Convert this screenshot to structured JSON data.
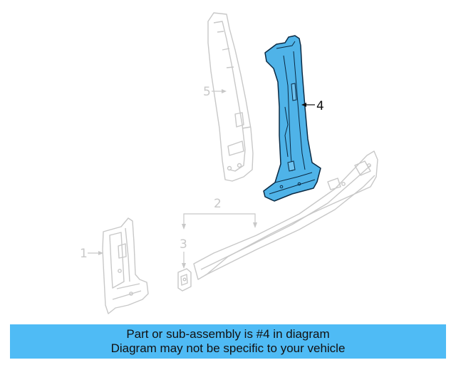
{
  "diagram": {
    "callouts": [
      {
        "id": "1",
        "label": "1"
      },
      {
        "id": "2",
        "label": "2"
      },
      {
        "id": "3",
        "label": "3"
      },
      {
        "id": "4",
        "label": "4"
      },
      {
        "id": "5",
        "label": "5"
      }
    ],
    "highlight_part": "4",
    "colors": {
      "highlight_fill": "#4fb3e8",
      "highlight_stroke": "#0a2a44",
      "ghost_stroke": "#c8c8c8",
      "banner_bg": "#4fbbf5"
    }
  },
  "banner": {
    "line1": "Part or sub-assembly is #4 in diagram",
    "line2": "Diagram may not be specific to your vehicle"
  }
}
